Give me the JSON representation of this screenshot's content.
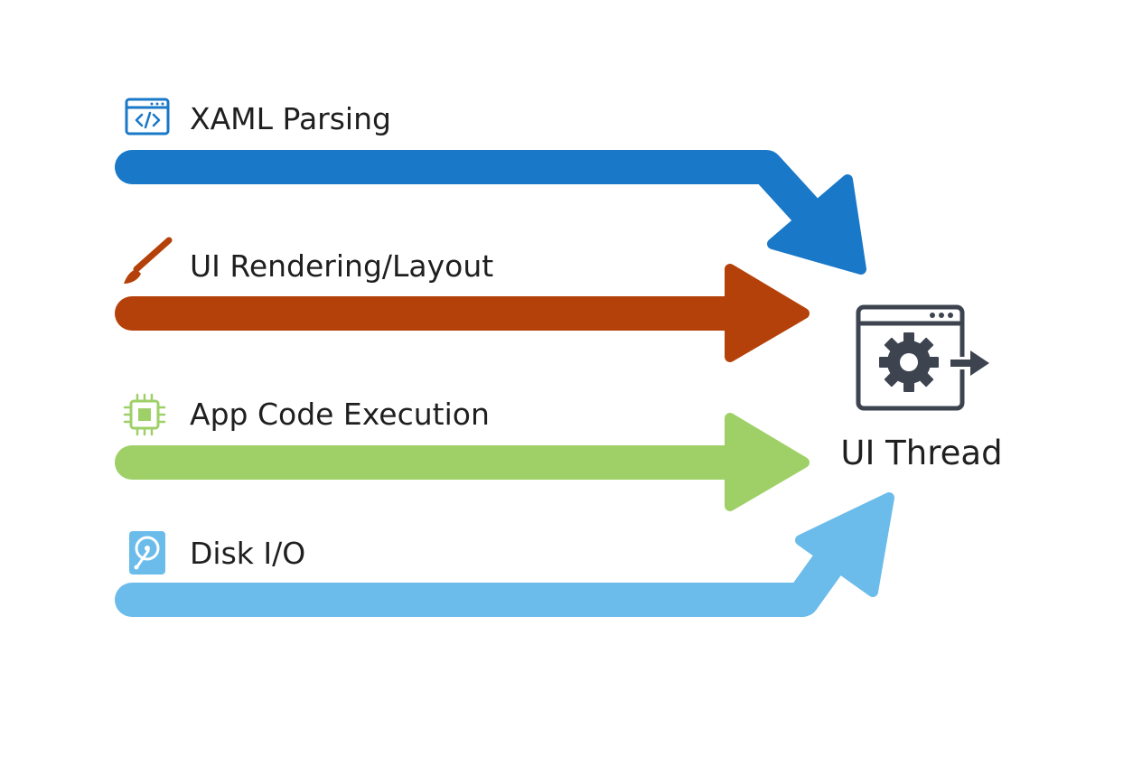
{
  "sources": [
    {
      "label": "XAML Parsing",
      "icon": "code-window-icon",
      "color": "#1a78c8"
    },
    {
      "label": "UI Rendering/Layout",
      "icon": "paintbrush-icon",
      "color": "#b5410a"
    },
    {
      "label": "App Code Execution",
      "icon": "cpu-chip-icon",
      "color": "#9fd068"
    },
    {
      "label": "Disk I/O",
      "icon": "hard-drive-icon",
      "color": "#6bbcea"
    }
  ],
  "target": {
    "label": "UI Thread",
    "icon": "app-window-gear-icon",
    "color": "#3d4450"
  }
}
